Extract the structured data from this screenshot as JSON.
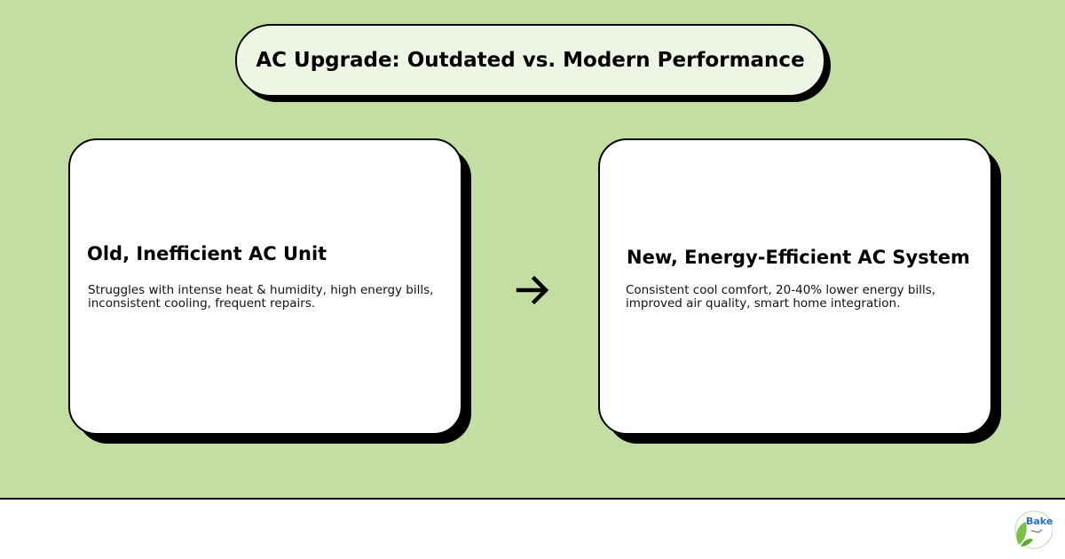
{
  "title": "AC Upgrade: Outdated vs. Modern Performance",
  "cards": [
    {
      "heading": "Old, Inefficient AC Unit",
      "body": "Struggles with intense heat & humidity, high energy bills, inconsistent cooling, frequent repairs."
    },
    {
      "heading": "New, Energy-Efficient AC System",
      "body": "Consistent cool comfort, 20-40% lower energy bills, improved air quality, smart home integration."
    }
  ],
  "arrow_icon": "arrow-right-icon",
  "logo": {
    "text": "Baker"
  },
  "colors": {
    "background": "#c2dea2",
    "pill": "#eef5e4",
    "card": "#ffffff",
    "border": "#000000"
  }
}
